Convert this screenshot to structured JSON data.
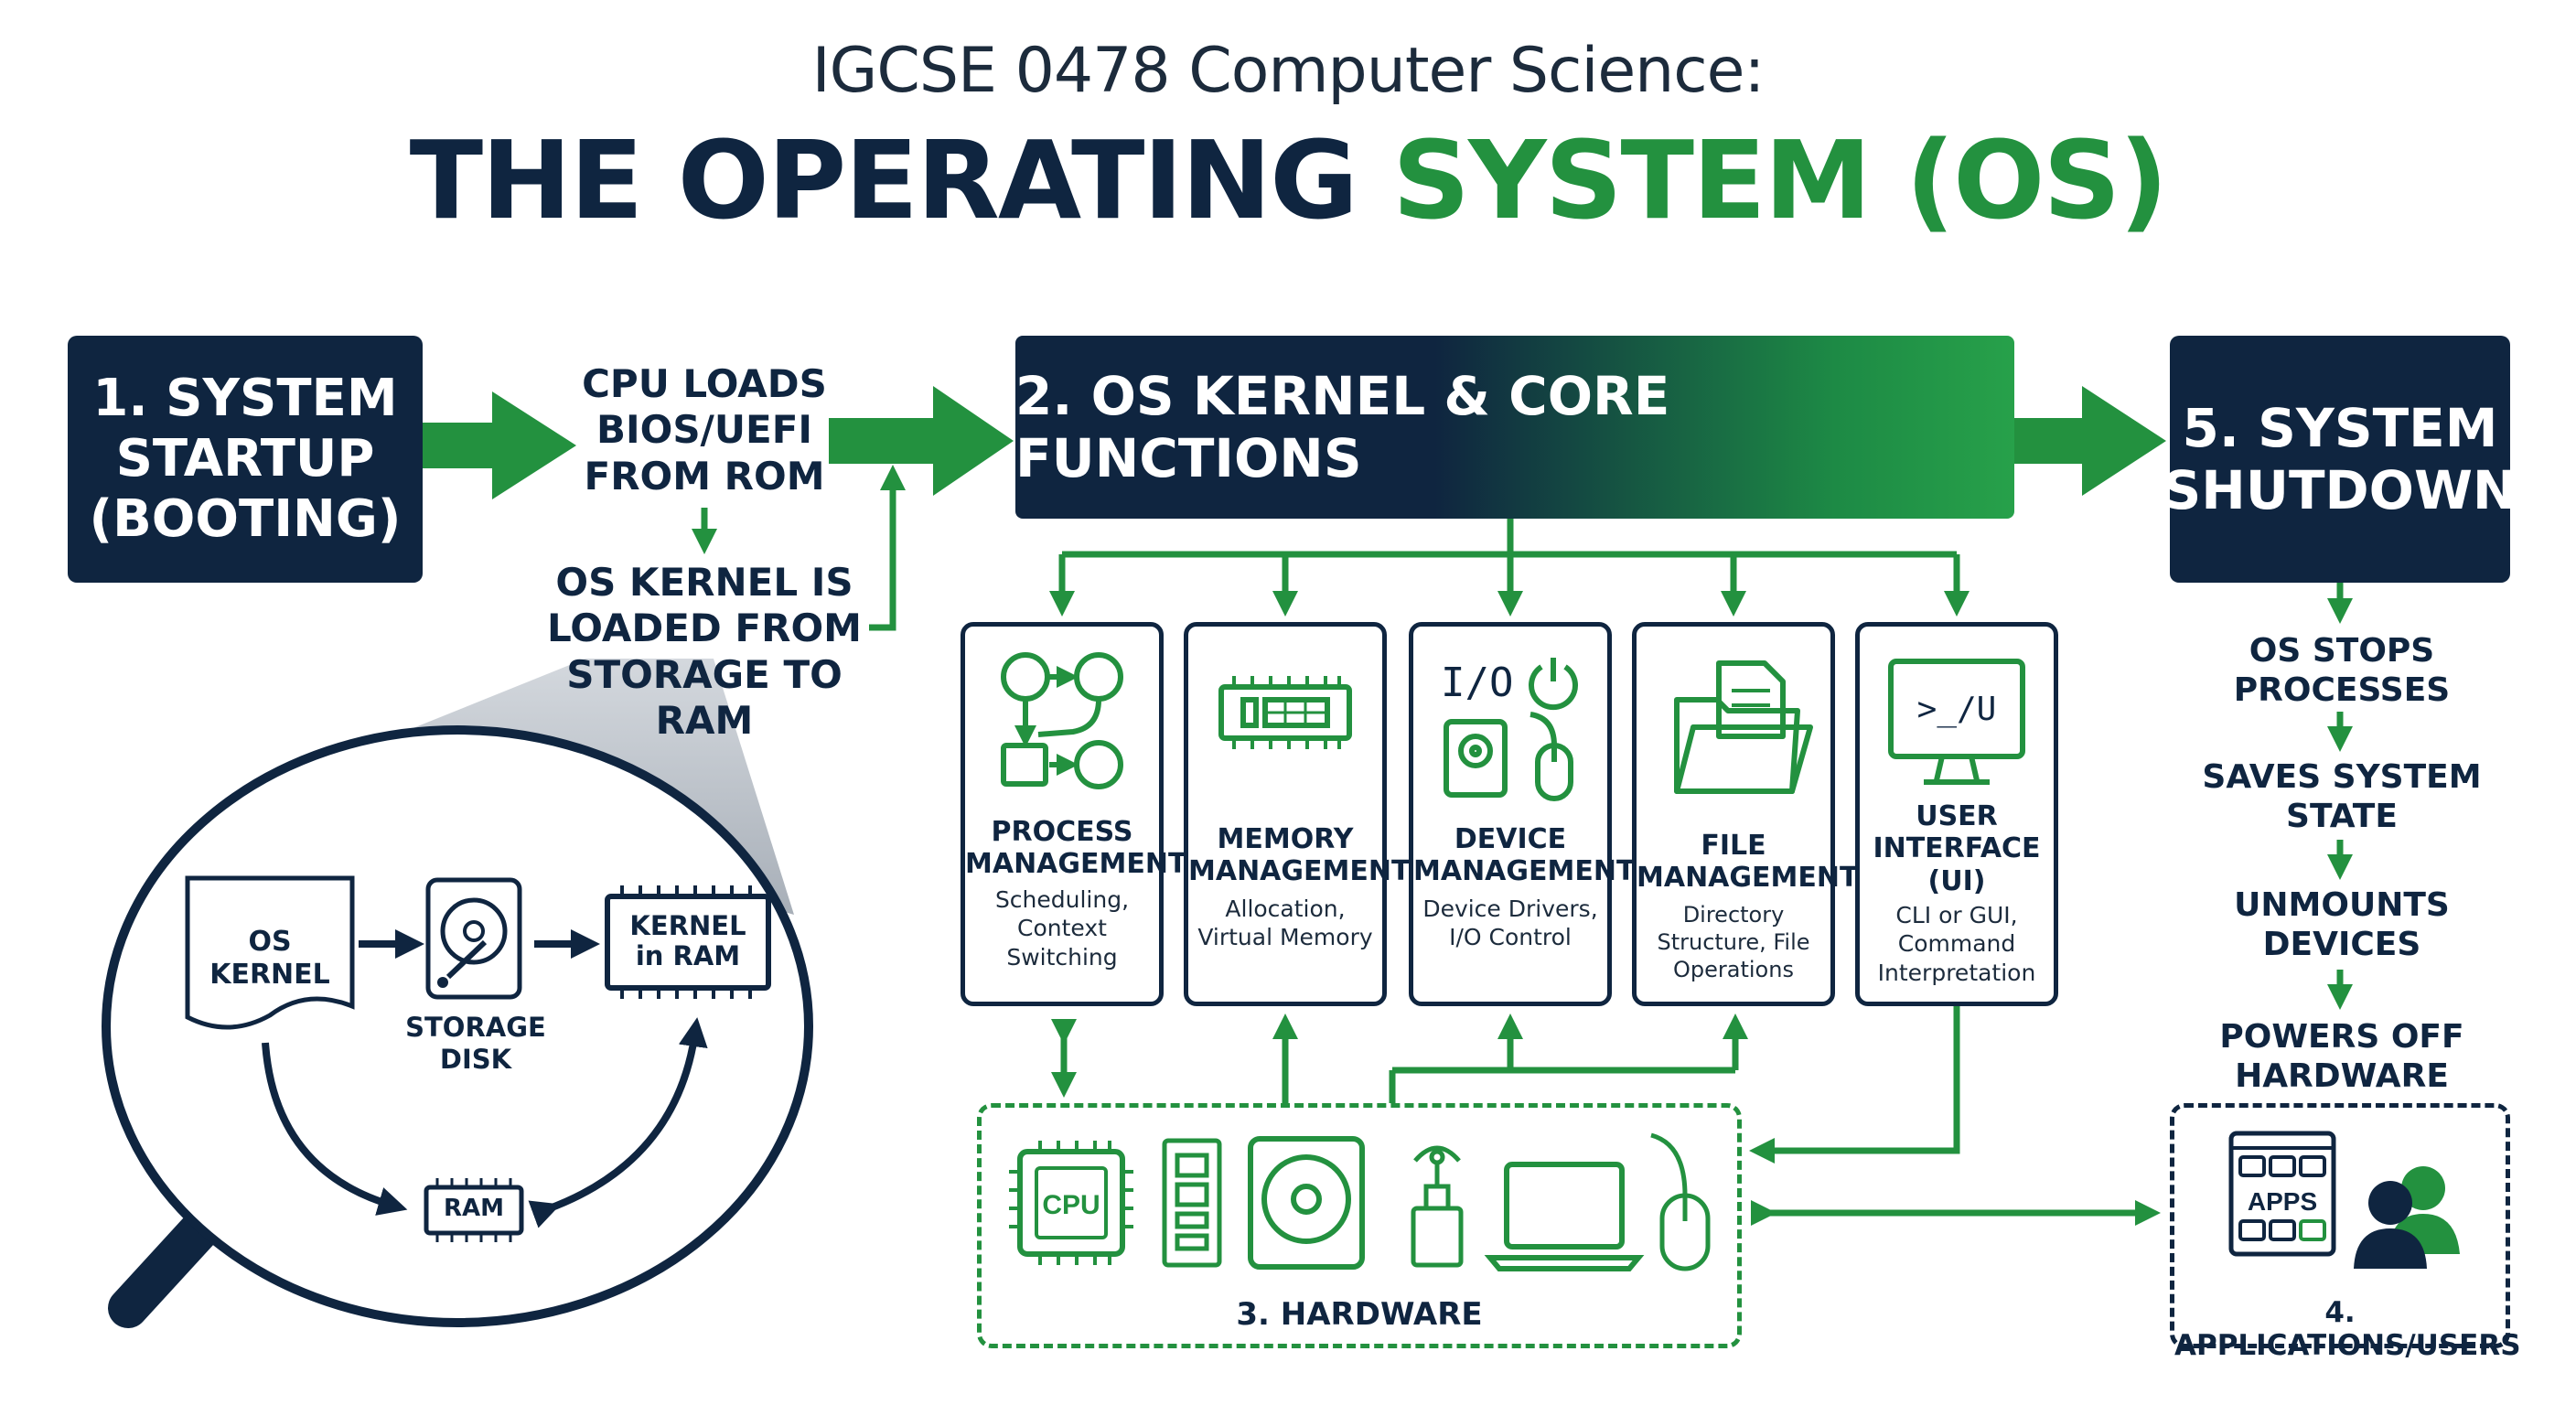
{
  "header": {
    "subtitle": "IGCSE 0478 Computer Science:",
    "title_part1": "THE OPERATING",
    "title_part2": "SYSTEM (OS)"
  },
  "startup": {
    "title": "1. SYSTEM STARTUP (BOOTING)",
    "step1": "CPU LOADS BIOS/UEFI FROM ROM",
    "step2": "OS KERNEL IS LOADED FROM STORAGE TO RAM"
  },
  "magnifier": {
    "os_kernel": "OS KERNEL",
    "storage_disk": "STORAGE DISK",
    "kernel_in_ram": "KERNEL in RAM",
    "ram": "RAM"
  },
  "kernel": {
    "title": "2. OS KERNEL & CORE FUNCTIONS"
  },
  "functions": [
    {
      "title": "PROCESS MANAGEMENT",
      "desc": "Scheduling, Context Switching",
      "icon": "process-flow-icon"
    },
    {
      "title": "MEMORY MANAGEMENT",
      "desc": "Allocation, Virtual Memory",
      "icon": "memory-chip-icon"
    },
    {
      "title": "DEVICE MANAGEMENT",
      "desc": "Device Drivers, I/O Control",
      "icon_text": "I/O",
      "icon": "io-devices-icon"
    },
    {
      "title": "FILE MANAGEMENT",
      "desc": "Directory Structure, File Operations",
      "icon": "folder-icon"
    },
    {
      "title": "USER INTERFACE (UI)",
      "desc": "CLI or GUI, Command Interpretation",
      "icon_text": ">_/U",
      "icon": "terminal-monitor-icon"
    }
  ],
  "hardware": {
    "label": "3. HARDWARE",
    "cpu_text": "CPU"
  },
  "apps": {
    "label": "4. APPLICATIONS/USERS",
    "apps_text": "APPS"
  },
  "shutdown": {
    "title": "5. SYSTEM SHUTDOWN",
    "steps": [
      "OS STOPS PROCESSES",
      "SAVES SYSTEM STATE",
      "UNMOUNTS DEVICES",
      "POWERS OFF HARDWARE"
    ]
  },
  "colors": {
    "navy": "#0f2540",
    "green": "#23913f"
  }
}
